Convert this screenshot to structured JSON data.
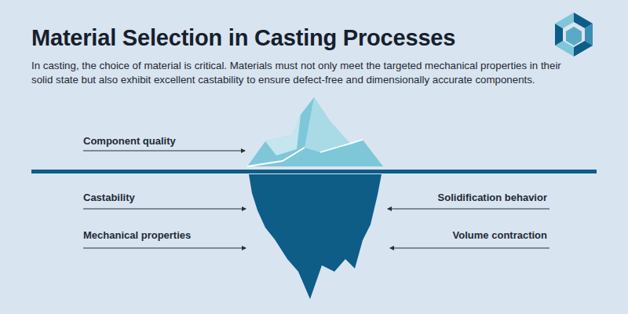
{
  "diagram": {
    "title": "Material Selection in Casting Processes",
    "caption": "In casting, the choice of material is critical. Materials must not only meet the targeted mechanical properties in their solid state but also exhibit excellent castability to ensure defect-free and dimensionally accurate components.",
    "labels": [
      "Component quality",
      "Castability",
      "Mechanical properties",
      "Solidification behavior",
      "Volume contraction"
    ]
  }
}
